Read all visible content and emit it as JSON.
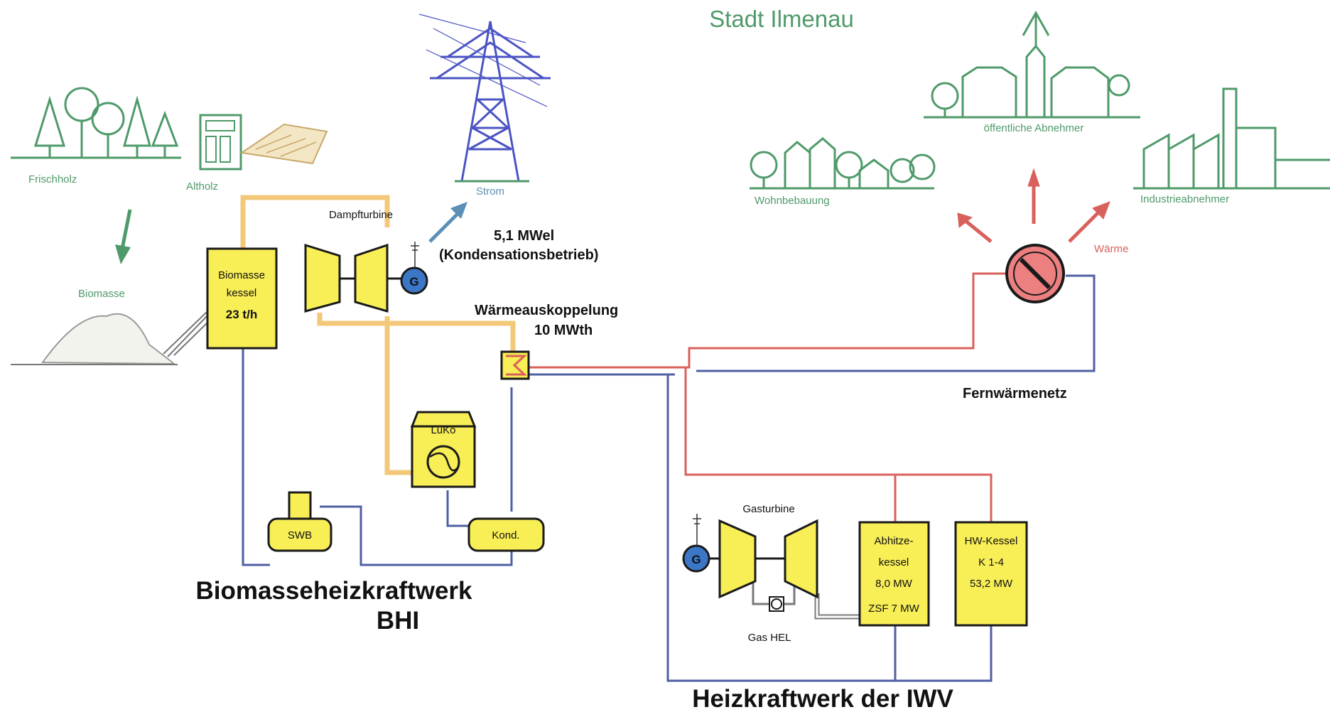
{
  "title": "Stadt Ilmenau",
  "labels": {
    "frischholz": "Frischholz",
    "altholz": "Altholz",
    "biomasse": "Biomasse",
    "strom": "Strom",
    "dampfturbine": "Dampfturbine",
    "power_value": "5,1 MWel",
    "power_mode": "(Kondensationsbetrieb)",
    "heat_extraction": "Wärmeauskoppelung",
    "heat_value": "10 MWth",
    "wohnbebauung": "Wohnbebauung",
    "oeffentliche": "öffentliche Abnehmer",
    "industrie": "Industrieabnehmer",
    "waerme": "Wärme",
    "fernwaermenetz": "Fernwärmenetz",
    "gasturbine": "Gasturbine",
    "gas_hel": "Gas HEL"
  },
  "boxes": {
    "kessel_line1": "Biomasse",
    "kessel_line2": "kessel",
    "kessel_line3": "23 t/h",
    "luko": "LuKo",
    "swb": "SWB",
    "kond": "Kond.",
    "abhitze_line1": "Abhitze-",
    "abhitze_line2": "kessel",
    "abhitze_line3": "8,0 MW",
    "abhitze_line4": "ZSF 7 MW",
    "hw_line1": "HW-Kessel",
    "hw_line2": "K 1-4",
    "hw_line3": "53,2 MW",
    "generator": "G"
  },
  "plants": {
    "bhi_line1": "Biomasseheizkraftwerk",
    "bhi_line2": "BHI",
    "iwv": "Heizkraftwerk der IWV"
  },
  "colors": {
    "green": "#4f9a6a",
    "red": "#d9615b",
    "blue": "#4f5fa3",
    "yellow": "#f8ee56",
    "orange": "#f3c878"
  }
}
